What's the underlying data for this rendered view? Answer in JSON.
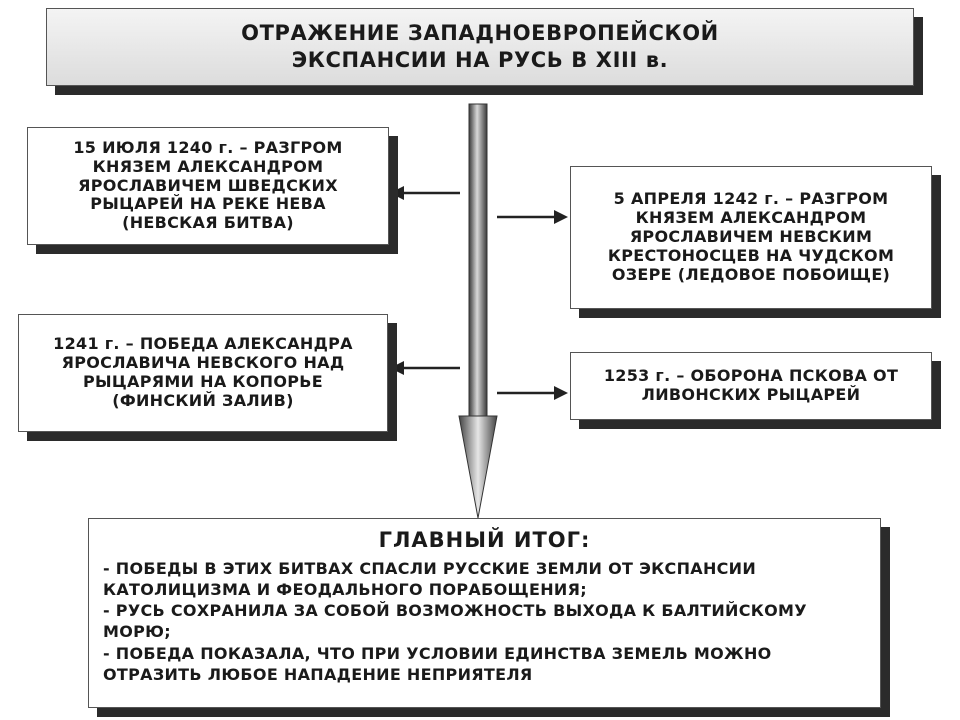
{
  "title": {
    "lines": [
      "ОТРАЖЕНИЕ ЗАПАДНОЕВРОПЕЙСКОЙ",
      "ЭКСПАНСИИ НА РУСЬ В XIII в."
    ]
  },
  "events": [
    {
      "lines": [
        "15 ИЮЛЯ 1240 г. – РАЗГРОМ",
        "КНЯЗЕМ АЛЕКСАНДРОМ",
        "ЯРОСЛАВИЧЕМ ШВЕДСКИХ",
        "РЫЦАРЕЙ НА РЕКЕ НЕВА",
        "(НЕВСКАЯ БИТВА)"
      ]
    },
    {
      "lines": [
        "5 АПРЕЛЯ 1242 г. – РАЗГРОМ",
        "КНЯЗЕМ АЛЕКСАНДРОМ",
        "ЯРОСЛАВИЧЕМ НЕВСКИМ",
        "КРЕСТОНОСЦЕВ НА ЧУДСКОМ",
        "ОЗЕРЕ (ЛЕДОВОЕ ПОБОИЩЕ)"
      ]
    },
    {
      "lines": [
        "1241 г. – ПОБЕДА АЛЕКСАНДРА",
        "ЯРОСЛАВИЧА НЕВСКОГО НАД",
        "РЫЦАРЯМИ НА КОПОРЬЕ",
        "(ФИНСКИЙ ЗАЛИВ)"
      ]
    },
    {
      "lines": [
        "1253 г. – ОБОРОНА ПСКОВА ОТ",
        "ЛИВОНСКИХ РЫЦАРЕЙ"
      ]
    }
  ],
  "summary": {
    "title": "ГЛАВНЫЙ ИТОГ:",
    "lines": [
      "- ПОБЕДЫ В ЭТИХ БИТВАХ СПАСЛИ РУССКИЕ ЗЕМЛИ ОТ ЭКСПАНСИИ",
      "КАТОЛИЦИЗМА И ФЕОДАЛЬНОГО ПОРАБОЩЕНИЯ;",
      "- РУСЬ СОХРАНИЛА ЗА СОБОЙ ВОЗМОЖНОСТЬ ВЫХОДА К БАЛТИЙСКОМУ",
      "МОРЮ;",
      "- ПОБЕДА ПОКАЗАЛА, ЧТО ПРИ УСЛОВИИ ЕДИНСТВА ЗЕМЕЛЬ МОЖНО",
      "ОТРАЗИТЬ ЛЮБОЕ НАПАДЕНИЕ НЕПРИЯТЕЛЯ"
    ]
  }
}
